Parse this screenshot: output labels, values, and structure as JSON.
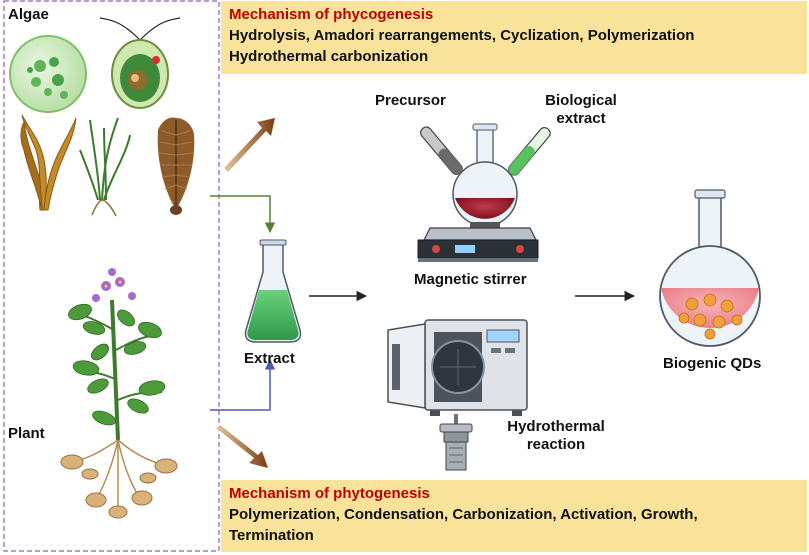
{
  "labels": {
    "algae": "Algae",
    "plant": "Plant",
    "extract": "Extract",
    "precursor": "Precursor",
    "biological_extract": "Biological extract",
    "magnetic_stirrer": "Magnetic stirrer",
    "hydrothermal_reaction": "Hydrothermal reaction",
    "biogenic_qds": "Biogenic QDs"
  },
  "phycogenesis": {
    "title": "Mechanism of phycogenesis",
    "line1": "Hydrolysis,  Amadori rearrangements,  Cyclization, Polymerization",
    "line2": "Hydrothermal carbonization"
  },
  "phytogenesis": {
    "title": "Mechanism of phytogenesis",
    "line1": "Polymerization, Condensation, Carbonization, Activation, Growth,",
    "line2": "Termination"
  },
  "colors": {
    "box_fill": "#f9e39a",
    "title_red": "#c00000",
    "dashed_border": "#8e5fb5",
    "green_arrow": "#548235",
    "blue_arrow": "#4a5ab5",
    "brown_arrow": "#7a3d12"
  }
}
